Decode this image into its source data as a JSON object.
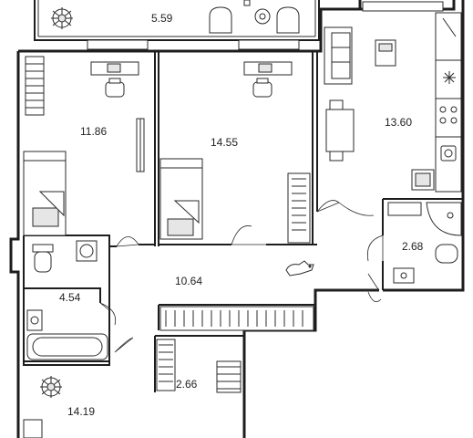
{
  "rooms": [
    {
      "id": "balcony",
      "area": "5.59"
    },
    {
      "id": "bedroom-1",
      "area": "11.86"
    },
    {
      "id": "bedroom-2",
      "area": "14.55"
    },
    {
      "id": "kitchen-living",
      "area": "13.60"
    },
    {
      "id": "shower-room",
      "area": "2.68"
    },
    {
      "id": "hallway",
      "area": "10.64"
    },
    {
      "id": "bathroom",
      "area": "4.54"
    },
    {
      "id": "storage",
      "area": "2.66"
    },
    {
      "id": "bedroom-3",
      "area": "14.19"
    }
  ],
  "colors": {
    "wall": "#1d1d1d",
    "fixture_fill": "#e6e6e6",
    "background": "#ffffff"
  }
}
